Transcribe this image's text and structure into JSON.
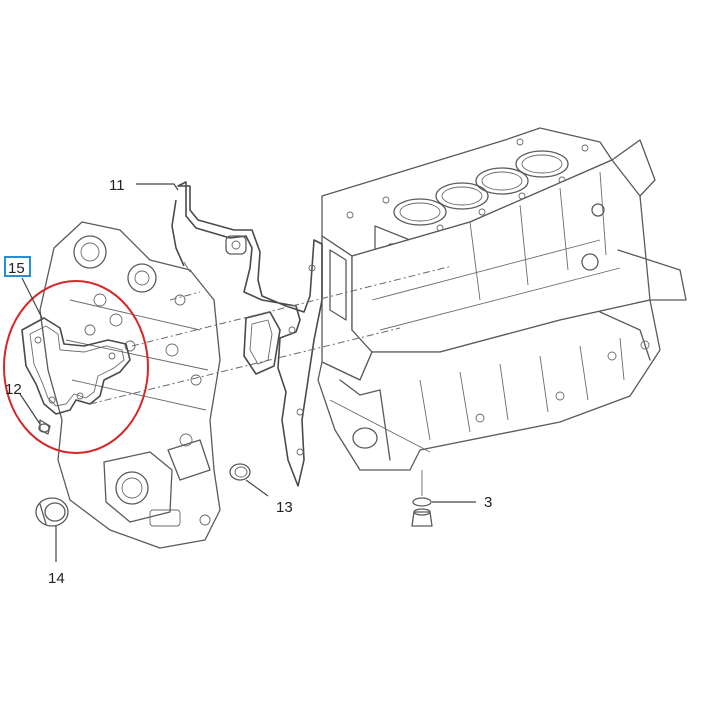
{
  "colors": {
    "highlight_circle": "#d42828",
    "highlight_box": "#2a8fd0",
    "line_art": "#5a5a5a",
    "background": "#ffffff"
  },
  "callouts": {
    "c3": "3",
    "c11": "11",
    "c12": "12",
    "c13": "13",
    "c14": "14",
    "c15": "15"
  }
}
